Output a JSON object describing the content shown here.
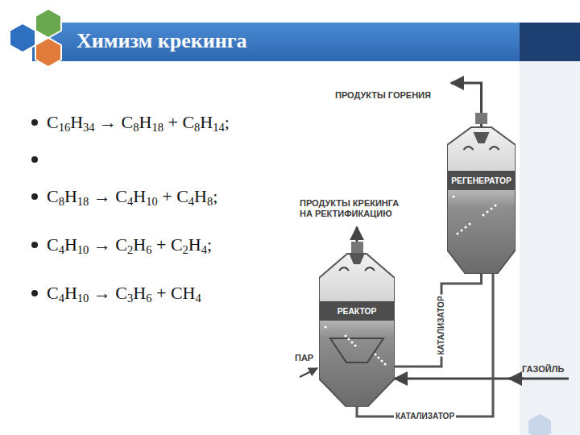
{
  "diagram": {
    "title": "Химизм крекинга",
    "nodes": [
      {
        "text": [
          "РЕГЕНЕРАТОР"
        ]
      },
      {
        "text": [
          "РЕАКТОР"
        ]
      }
    ],
    "edges": [
      {
        "from": 0,
        "to": 1,
        "label": "КАТАЛИЗАТОР",
        "arrow": "none"
      },
      {
        "from": 1,
        "to": 0,
        "label": "КАТАЛИЗАТОР",
        "arrow": "none"
      }
    ],
    "labels": [
      "C16H34 → C8H18 + C8H14;",
      "C8H18 → C4H10 + C4H8;",
      "C4H10 → C2H6 + C2H4;",
      "C4H10 → C3H6 + CH4",
      "ПРОДУКТЫ ГОРЕНИЯ",
      "ПРОДУКТЫ КРЕКИНГА НА РЕКТИФИКАЦИЮ",
      "ПАР",
      "ГАЗОЙЛЬ"
    ]
  }
}
